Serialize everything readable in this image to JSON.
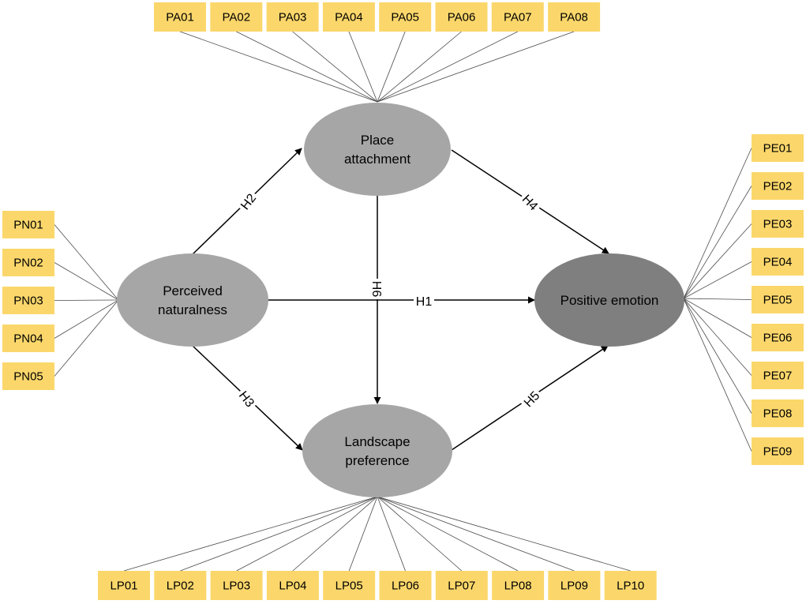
{
  "latents": [
    {
      "id": "PA",
      "lines": [
        "Place",
        "attachment"
      ],
      "fill": "#a6a6a6",
      "text_color": "#000000"
    },
    {
      "id": "PN",
      "lines": [
        "Perceived",
        "naturalness"
      ],
      "fill": "#a6a6a6",
      "text_color": "#000000"
    },
    {
      "id": "PE",
      "lines": [
        "Positive emotion"
      ],
      "fill": "#7f7f7f",
      "text_color": "#ffffff"
    },
    {
      "id": "LP",
      "lines": [
        "Landscape",
        "preference"
      ],
      "fill": "#a6a6a6",
      "text_color": "#000000"
    }
  ],
  "indicator_groups": [
    {
      "latent": "PA",
      "items": [
        "PA01",
        "PA02",
        "PA03",
        "PA04",
        "PA05",
        "PA06",
        "PA07",
        "PA08"
      ]
    },
    {
      "latent": "PN",
      "items": [
        "PN01",
        "PN02",
        "PN03",
        "PN04",
        "PN05"
      ]
    },
    {
      "latent": "PE",
      "items": [
        "PE01",
        "PE02",
        "PE03",
        "PE04",
        "PE05",
        "PE06",
        "PE07",
        "PE08",
        "PE09"
      ]
    },
    {
      "latent": "LP",
      "items": [
        "LP01",
        "LP02",
        "LP03",
        "LP04",
        "LP05",
        "LP06",
        "LP07",
        "LP08",
        "LP09",
        "LP10"
      ]
    }
  ],
  "paths": [
    {
      "label": "H1",
      "from": "PN",
      "to": "PE"
    },
    {
      "label": "H2",
      "from": "PN",
      "to": "PA"
    },
    {
      "label": "H3",
      "from": "PN",
      "to": "LP"
    },
    {
      "label": "H4",
      "from": "PA",
      "to": "PE"
    },
    {
      "label": "H5",
      "from": "LP",
      "to": "PE"
    },
    {
      "label": "H6",
      "from": "PA",
      "to": "LP"
    }
  ],
  "colors": {
    "indicator_fill": "#fbd76b",
    "latent_fill": "#a6a6a6",
    "outcome_fill": "#7f7f7f"
  }
}
